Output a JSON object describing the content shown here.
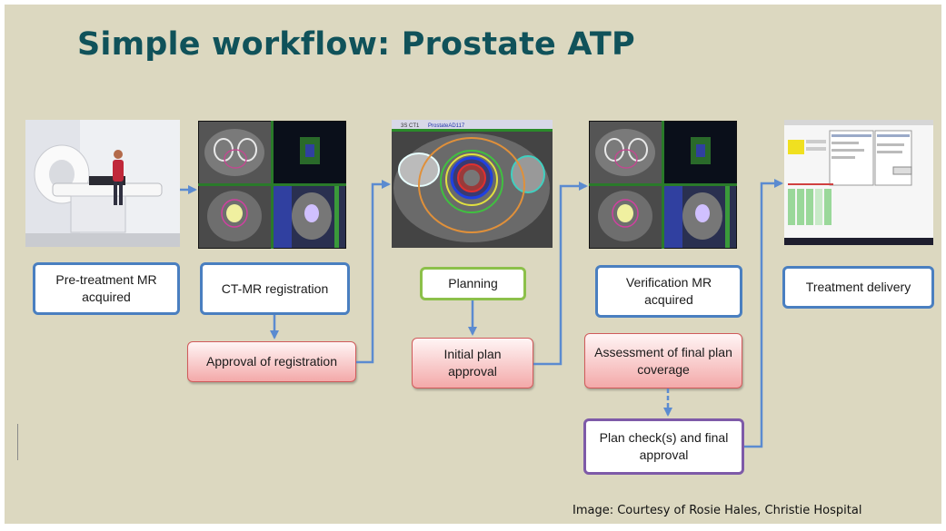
{
  "title": "Simple workflow: Prostate ATP",
  "credit": "Image: Courtesy of Rosie Hales, Christie Hospital",
  "steps": {
    "pretreatment_mr": "Pre-treatment MR\nacquired",
    "ct_mr_registration": "CT-MR registration",
    "planning": "Planning",
    "verification_mr": "Verification MR\nacquired",
    "treatment_delivery": "Treatment delivery",
    "approval_registration": "Approval of registration",
    "initial_plan_approval": "Initial plan\napproval",
    "assessment_final_plan": "Assessment of final plan\ncoverage",
    "plan_checks": "Plan check(s) and final\napproval"
  },
  "screens": {
    "planning_tab_1": "3S CT1",
    "planning_tab_2": "ProstateAD117"
  },
  "colors": {
    "title": "#10525a",
    "background": "#dcd8c0",
    "arrow": "#5b8bd0",
    "blue_border": "#4a7fc0",
    "green_border": "#8cc04a",
    "purple_border": "#7e5aa8",
    "red_fill": "#f3a9a9"
  }
}
